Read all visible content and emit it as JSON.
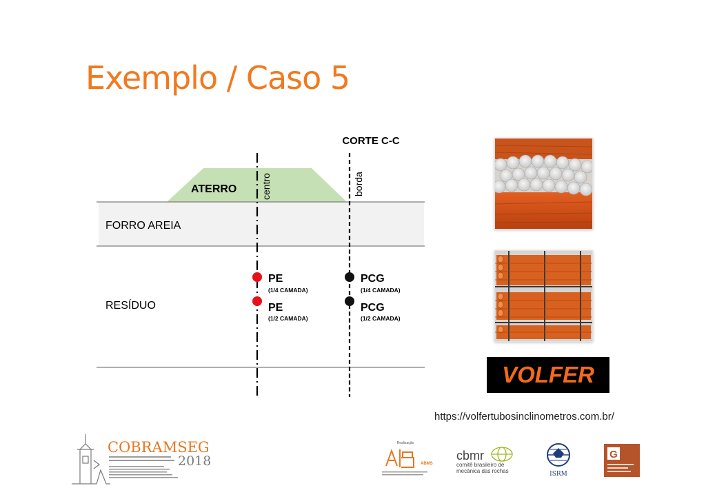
{
  "slide": {
    "title": "Exemplo / Caso 5",
    "url": "https://volfertubosinclinometros.com.br/"
  },
  "diagram": {
    "section_title": "CORTE C-C",
    "fill_label": "ATERRO",
    "layer_sand": "FORRO AREIA",
    "layer_residue": "RESÍDUO",
    "axis_center": "centro",
    "axis_edge": "borda",
    "instruments": [
      {
        "name": "PE",
        "depth": "(1/4 CAMADA)",
        "color": "#e8101a"
      },
      {
        "name": "PE",
        "depth": "(1/2 CAMADA)",
        "color": "#e8101a"
      },
      {
        "name": "PCG",
        "depth": "(1/4 CAMADA)",
        "color": "#111111"
      },
      {
        "name": "PCG",
        "depth": "(1/2 CAMADA)",
        "color": "#111111"
      }
    ],
    "colors": {
      "fill": "#c5e0b4",
      "sand": "#f2f2f2"
    }
  },
  "brand": {
    "name": "VOLFER",
    "accent": "#f26a1b"
  },
  "footer": {
    "cobramseg_name": "COBRAMSEG",
    "cobramseg_year": "2018",
    "abms_heading": "Realização",
    "abms_mark": "ABMS",
    "cbmr_mark": "cbmr",
    "cbmr_line1": "comitê brasileiro de",
    "cbmr_line2": "mecânica das rochas",
    "isrm_mark": "ISRM",
    "spg_mark": "G",
    "colors": {
      "orange": "#e87722",
      "gray": "#7a7a7a",
      "spg": "#b5542a"
    }
  }
}
